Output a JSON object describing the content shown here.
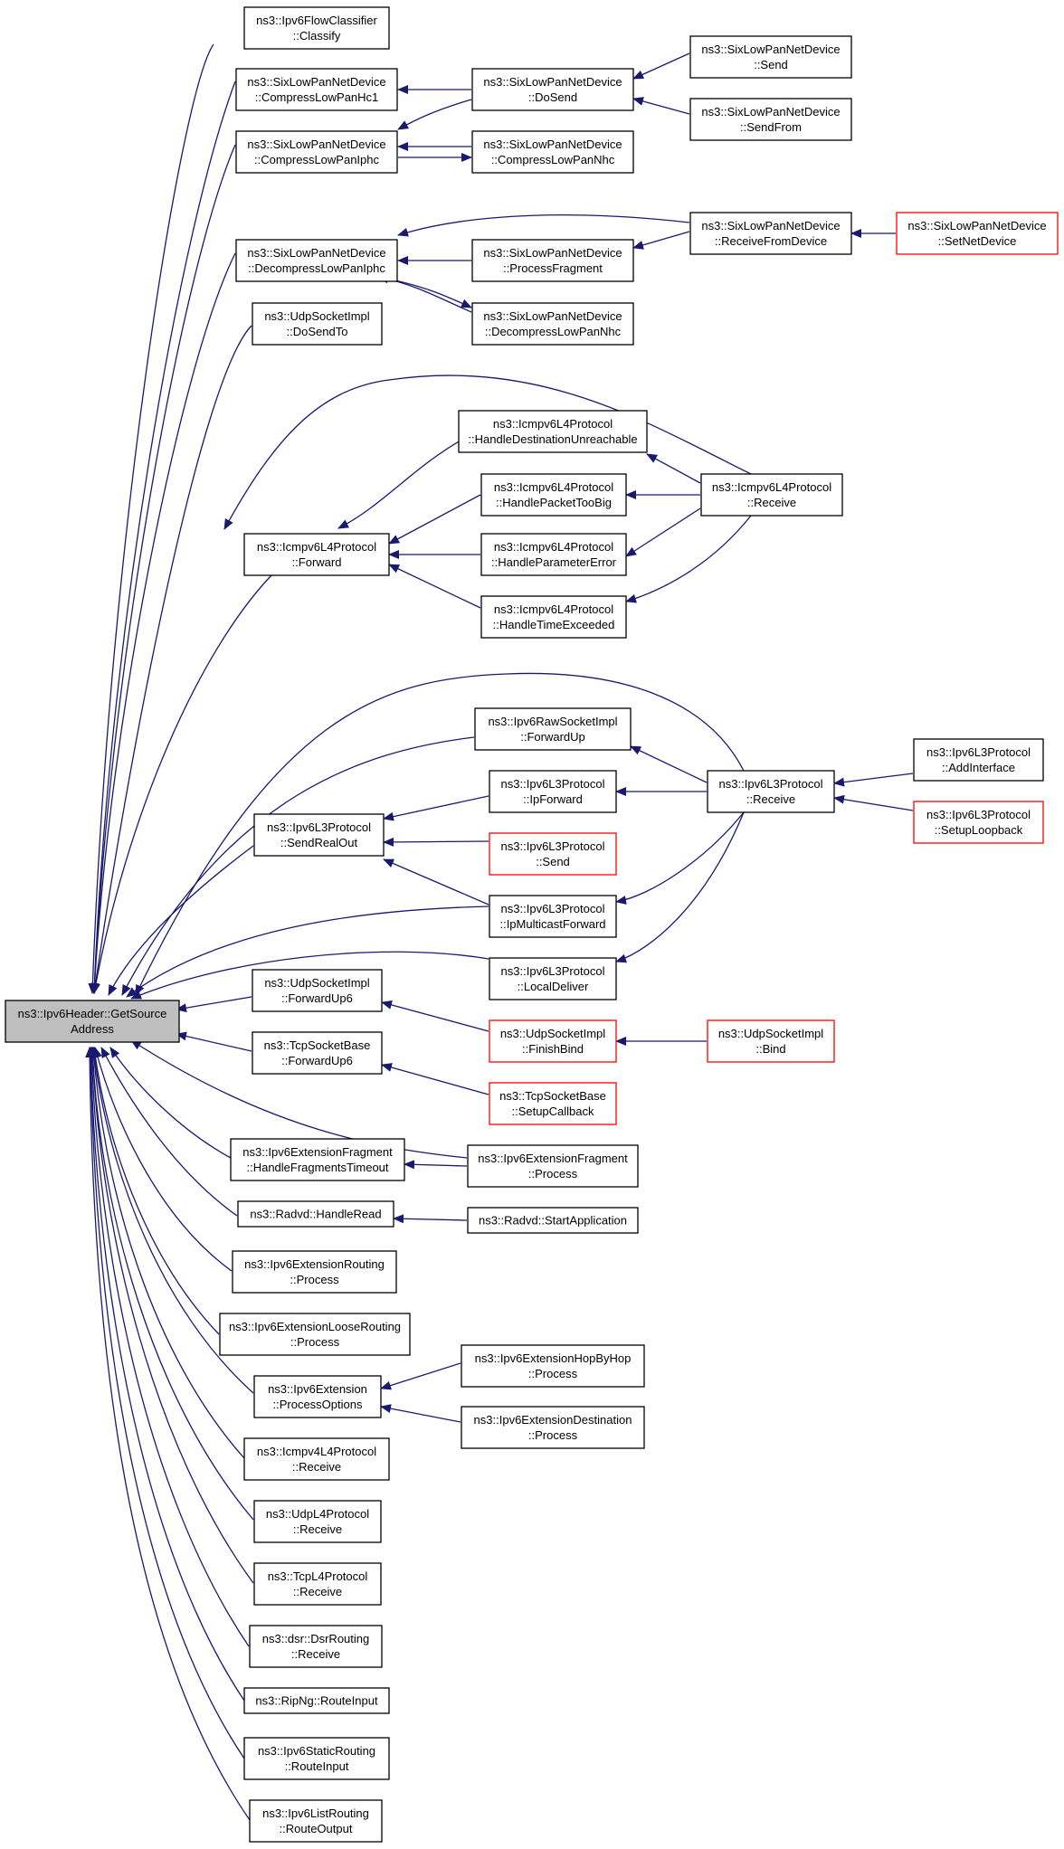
{
  "colors": {
    "edge": "#191970",
    "node_border": "#000000",
    "truncated_border": "#ff0000",
    "root_fill": "#bfbfbf"
  },
  "nodes": [
    {
      "id": "root",
      "lines": [
        "ns3::Ipv6Header::GetSource",
        "Address"
      ],
      "style": "root"
    },
    {
      "id": "flowclassify",
      "lines": [
        "ns3::Ipv6FlowClassifier",
        "::Classify"
      ]
    },
    {
      "id": "compresshc1",
      "lines": [
        "ns3::SixLowPanNetDevice",
        "::CompressLowPanHc1"
      ]
    },
    {
      "id": "compressiphc",
      "lines": [
        "ns3::SixLowPanNetDevice",
        "::CompressLowPanIphc"
      ]
    },
    {
      "id": "decompressiphc",
      "lines": [
        "ns3::SixLowPanNetDevice",
        "::DecompressLowPanIphc"
      ]
    },
    {
      "id": "udpdosendto",
      "lines": [
        "ns3::UdpSocketImpl",
        "::DoSendTo"
      ]
    },
    {
      "id": "icmpforward",
      "lines": [
        "ns3::Icmpv6L4Protocol",
        "::Forward"
      ]
    },
    {
      "id": "sendrealout",
      "lines": [
        "ns3::Ipv6L3Protocol",
        "::SendRealOut"
      ]
    },
    {
      "id": "udpforwardup6",
      "lines": [
        "ns3::UdpSocketImpl",
        "::ForwardUp6"
      ]
    },
    {
      "id": "tcpforwardup6",
      "lines": [
        "ns3::TcpSocketBase",
        "::ForwardUp6"
      ]
    },
    {
      "id": "fragtimeout",
      "lines": [
        "ns3::Ipv6ExtensionFragment",
        "::HandleFragmentsTimeout"
      ]
    },
    {
      "id": "radvdread",
      "lines": [
        "ns3::Radvd::HandleRead"
      ]
    },
    {
      "id": "routingprocess",
      "lines": [
        "ns3::Ipv6ExtensionRouting",
        "::Process"
      ]
    },
    {
      "id": "looseprocess",
      "lines": [
        "ns3::Ipv6ExtensionLooseRouting",
        "::Process"
      ]
    },
    {
      "id": "processoptions",
      "lines": [
        "ns3::Ipv6Extension",
        "::ProcessOptions"
      ]
    },
    {
      "id": "icmpv4receive",
      "lines": [
        "ns3::Icmpv4L4Protocol",
        "::Receive"
      ]
    },
    {
      "id": "udpreceive",
      "lines": [
        "ns3::UdpL4Protocol",
        "::Receive"
      ]
    },
    {
      "id": "tcpreceive",
      "lines": [
        "ns3::TcpL4Protocol",
        "::Receive"
      ]
    },
    {
      "id": "dsrreceive",
      "lines": [
        "ns3::dsr::DsrRouting",
        "::Receive"
      ]
    },
    {
      "id": "ripnginput",
      "lines": [
        "ns3::RipNg::RouteInput"
      ]
    },
    {
      "id": "staticinput",
      "lines": [
        "ns3::Ipv6StaticRouting",
        "::RouteInput"
      ]
    },
    {
      "id": "listoutput",
      "lines": [
        "ns3::Ipv6ListRouting",
        "::RouteOutput"
      ]
    },
    {
      "id": "dosend",
      "lines": [
        "ns3::SixLowPanNetDevice",
        "::DoSend"
      ]
    },
    {
      "id": "compressnhc",
      "lines": [
        "ns3::SixLowPanNetDevice",
        "::CompressLowPanNhc"
      ]
    },
    {
      "id": "processfragment",
      "lines": [
        "ns3::SixLowPanNetDevice",
        "::ProcessFragment"
      ]
    },
    {
      "id": "decompressnhc",
      "lines": [
        "ns3::SixLowPanNetDevice",
        "::DecompressLowPanNhc"
      ]
    },
    {
      "id": "destunreach",
      "lines": [
        "ns3::Icmpv6L4Protocol",
        "::HandleDestinationUnreachable"
      ]
    },
    {
      "id": "pkttoobig",
      "lines": [
        "ns3::Icmpv6L4Protocol",
        "::HandlePacketTooBig"
      ]
    },
    {
      "id": "paramerror",
      "lines": [
        "ns3::Icmpv6L4Protocol",
        "::HandleParameterError"
      ]
    },
    {
      "id": "timeexceeded",
      "lines": [
        "ns3::Icmpv6L4Protocol",
        "::HandleTimeExceeded"
      ]
    },
    {
      "id": "rawforwardup",
      "lines": [
        "ns3::Ipv6RawSocketImpl",
        "::ForwardUp"
      ]
    },
    {
      "id": "ipforward",
      "lines": [
        "ns3::Ipv6L3Protocol",
        "::IpForward"
      ]
    },
    {
      "id": "l3send",
      "lines": [
        "ns3::Ipv6L3Protocol",
        "::Send"
      ],
      "style": "red"
    },
    {
      "id": "multicastforward",
      "lines": [
        "ns3::Ipv6L3Protocol",
        "::IpMulticastForward"
      ]
    },
    {
      "id": "localdeliver",
      "lines": [
        "ns3::Ipv6L3Protocol",
        "::LocalDeliver"
      ]
    },
    {
      "id": "finishbind",
      "lines": [
        "ns3::UdpSocketImpl",
        "::FinishBind"
      ],
      "style": "red"
    },
    {
      "id": "setupcallback",
      "lines": [
        "ns3::TcpSocketBase",
        "::SetupCallback"
      ],
      "style": "red"
    },
    {
      "id": "fragprocess",
      "lines": [
        "ns3::Ipv6ExtensionFragment",
        "::Process"
      ]
    },
    {
      "id": "startapp",
      "lines": [
        "ns3::Radvd::StartApplication"
      ]
    },
    {
      "id": "hopbyhop",
      "lines": [
        "ns3::Ipv6ExtensionHopByHop",
        "::Process"
      ]
    },
    {
      "id": "destprocess",
      "lines": [
        "ns3::Ipv6ExtensionDestination",
        "::Process"
      ]
    },
    {
      "id": "send",
      "lines": [
        "ns3::SixLowPanNetDevice",
        "::Send"
      ]
    },
    {
      "id": "sendfrom",
      "lines": [
        "ns3::SixLowPanNetDevice",
        "::SendFrom"
      ]
    },
    {
      "id": "receivefromdevice",
      "lines": [
        "ns3::SixLowPanNetDevice",
        "::ReceiveFromDevice"
      ]
    },
    {
      "id": "icmpreceive",
      "lines": [
        "ns3::Icmpv6L4Protocol",
        "::Receive"
      ]
    },
    {
      "id": "l3receive",
      "lines": [
        "ns3::Ipv6L3Protocol",
        "::Receive"
      ]
    },
    {
      "id": "udpbind",
      "lines": [
        "ns3::UdpSocketImpl",
        "::Bind"
      ],
      "style": "red"
    },
    {
      "id": "setnetdevice",
      "lines": [
        "ns3::SixLowPanNetDevice",
        "::SetNetDevice"
      ],
      "style": "red"
    },
    {
      "id": "addinterface",
      "lines": [
        "ns3::Ipv6L3Protocol",
        "::AddInterface"
      ]
    },
    {
      "id": "setuploopback",
      "lines": [
        "ns3::Ipv6L3Protocol",
        "::SetupLoopback"
      ],
      "style": "red"
    }
  ]
}
